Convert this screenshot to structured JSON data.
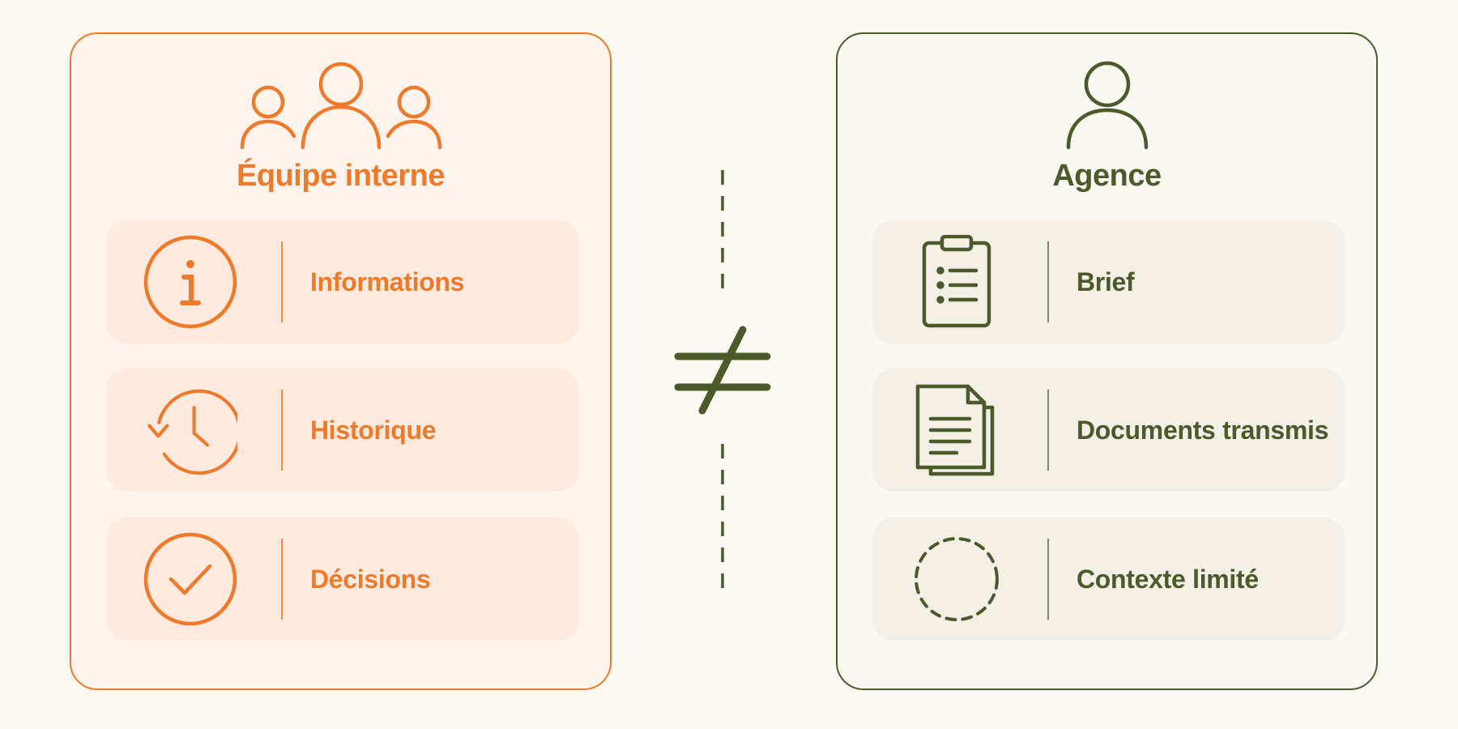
{
  "colors": {
    "internal": "#f07a2b",
    "agency": "#4b5a2a",
    "background": "#fcf9f3"
  },
  "comparison_symbol": "≠",
  "internal_team": {
    "title": "Équipe interne",
    "icon": "team-icon",
    "items": [
      {
        "label": "Informations",
        "icon": "info-icon"
      },
      {
        "label": "Historique",
        "icon": "history-icon"
      },
      {
        "label": "Décisions",
        "icon": "check-circle-icon"
      }
    ]
  },
  "agency": {
    "title": "Agence",
    "icon": "person-icon",
    "items": [
      {
        "label": "Brief",
        "icon": "clipboard-icon"
      },
      {
        "label": "Documents transmis",
        "icon": "documents-icon"
      },
      {
        "label": "Contexte limité",
        "icon": "dashed-circle-icon"
      }
    ]
  }
}
